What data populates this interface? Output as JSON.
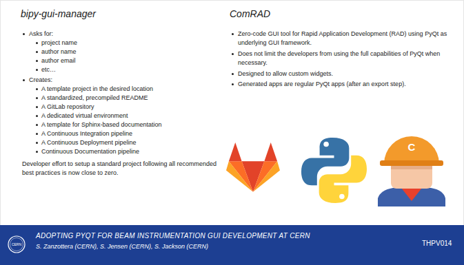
{
  "diagram": {
    "nodes": [
      {
        "text": [
          "ADOPTING PYQT FOR BEAM INSTRUMENTATION GUI DEVELOPMENT AT CERN",
          "S. Zanzottera (CERN), S. Jensen (CERN), S. Jackson (CERN)",
          "THPV014",
          "CERN"
        ]
      }
    ],
    "labels": [
      "bipy-gui-manager",
      "Asks for:",
      "project name",
      "author name",
      "author email",
      "etc…",
      "Creates:",
      "A template project in the desired location",
      "A standardized, precompiled README",
      "A GitLab repository",
      "A dedicated virtual environment",
      "A template for Sphinx-based documentation",
      "A Continuous Integration pipeline",
      "A Continuous Deployment pipeline",
      "Continuous Documentation pipeline",
      "Developer effort to setup a standard project following all recommended best practices is now close to zero.",
      "ComRAD",
      "Zero-code GUI tool for Rapid Application Development (RAD) using PyQt as underlying GUI framework.",
      "Does not limit the developers from using the full capabilities of PyQt when necessary.",
      "Designed to allow custom widgets.",
      "Generated apps are regular PyQt apps (after an export step).",
      "C"
    ]
  }
}
